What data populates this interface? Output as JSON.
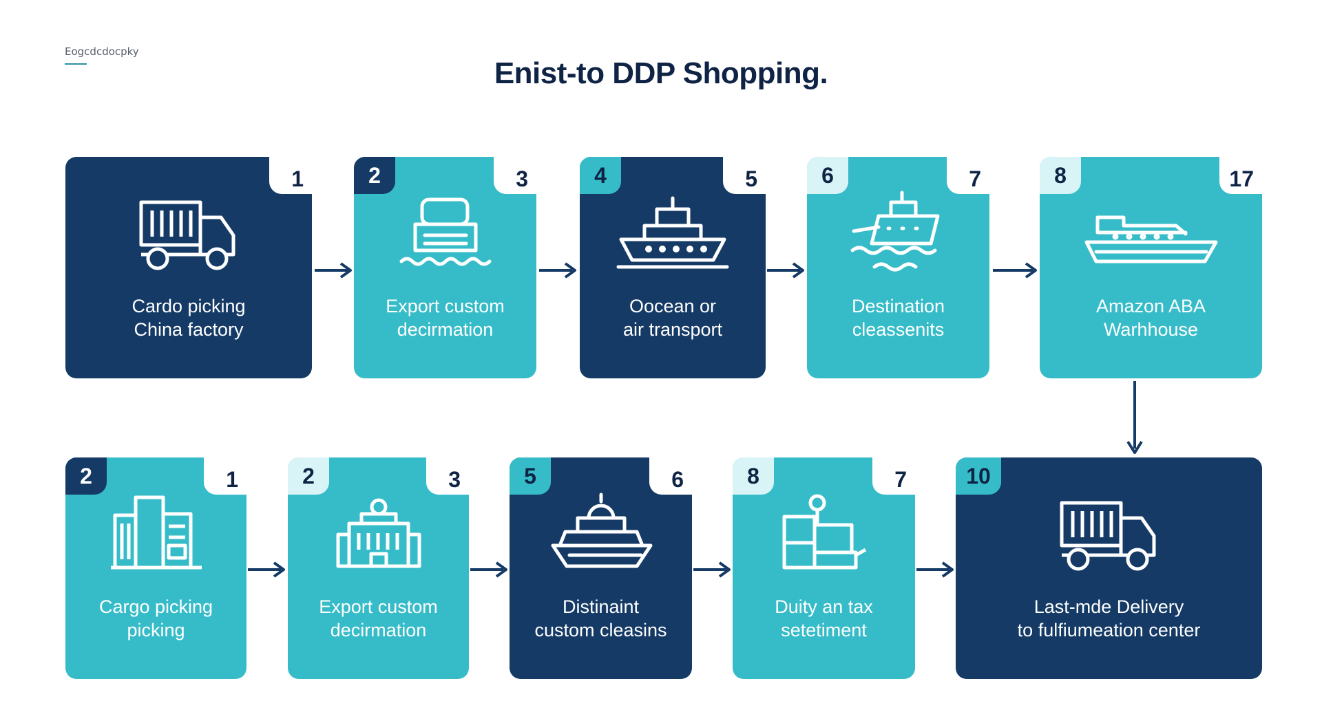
{
  "header": {
    "brand": "Eogcdcdocpky",
    "title": "Enist-to DDP Shopping."
  },
  "row1": [
    {
      "badge": "",
      "corner": "1",
      "line1": "Cardo picking",
      "line2": "China factory",
      "icon": "truck-icon"
    },
    {
      "badge": "2",
      "corner": "3",
      "line1": "Export custom",
      "line2": "decirmation",
      "icon": "cargo-on-water-icon"
    },
    {
      "badge": "4",
      "corner": "5",
      "line1": "Oocean or",
      "line2": "air transport",
      "icon": "ship-icon"
    },
    {
      "badge": "6",
      "corner": "7",
      "line1": "Destination",
      "line2": "cleassenits",
      "icon": "boat-on-waves-icon"
    },
    {
      "badge": "8",
      "corner": "17",
      "line1": "Amazon ABA",
      "line2": "Warhhouse",
      "icon": "cruise-ship-icon"
    }
  ],
  "row2": [
    {
      "badge": "2",
      "corner": "1",
      "line1": "Cargo picking",
      "line2": "picking",
      "icon": "factory-buildings-icon"
    },
    {
      "badge": "2",
      "corner": "3",
      "line1": "Export custom",
      "line2": "decirmation",
      "icon": "customs-building-icon"
    },
    {
      "badge": "5",
      "corner": "6",
      "line1": "Distinaint",
      "line2": "custom cleasins",
      "icon": "yacht-icon"
    },
    {
      "badge": "8",
      "corner": "7",
      "line1": "Duity an tax",
      "line2": "setetiment",
      "icon": "boxes-icon"
    },
    {
      "badge": "10",
      "corner": "",
      "line1": "Last-mde Delivery",
      "line2": "to fulfiumeation center",
      "icon": "delivery-truck-icon"
    }
  ]
}
